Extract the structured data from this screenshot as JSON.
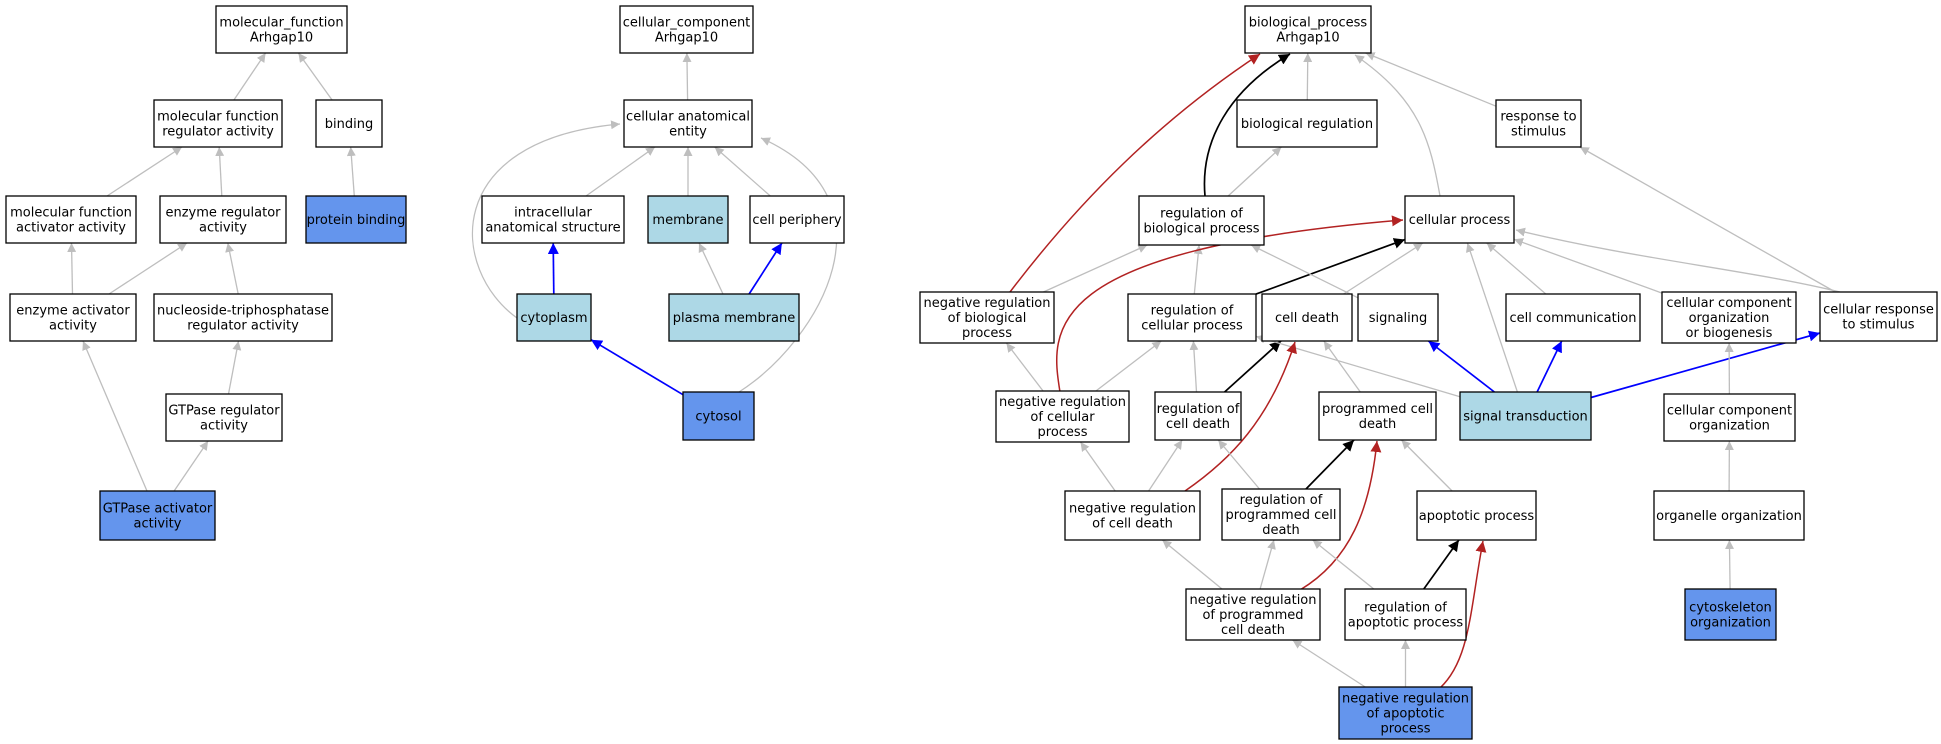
{
  "colors": {
    "plain": "#ffffff",
    "light": "#add8e6",
    "dark": "#6495ed",
    "edge_gray": "#bebebe",
    "edge_black": "#000000",
    "edge_blue": "#0000ff",
    "edge_red": "#b22222"
  },
  "nodes": [
    {
      "id": "mf",
      "lines": [
        "molecular_function",
        "Arhgap10"
      ],
      "fill": "plain"
    },
    {
      "id": "mfra",
      "lines": [
        "molecular function",
        "regulator activity"
      ],
      "fill": "plain"
    },
    {
      "id": "binding",
      "lines": [
        "binding"
      ],
      "fill": "plain"
    },
    {
      "id": "mfaa",
      "lines": [
        "molecular function",
        "activator activity"
      ],
      "fill": "plain"
    },
    {
      "id": "era",
      "lines": [
        "enzyme regulator",
        "activity"
      ],
      "fill": "plain"
    },
    {
      "id": "pb",
      "lines": [
        "protein binding"
      ],
      "fill": "dark"
    },
    {
      "id": "eaa",
      "lines": [
        "enzyme activator",
        "activity"
      ],
      "fill": "plain"
    },
    {
      "id": "ntpra",
      "lines": [
        "nucleoside-triphosphatase",
        "regulator activity"
      ],
      "fill": "plain"
    },
    {
      "id": "gra",
      "lines": [
        "GTPase regulator",
        "activity"
      ],
      "fill": "plain"
    },
    {
      "id": "gaa",
      "lines": [
        "GTPase activator",
        "activity"
      ],
      "fill": "dark"
    },
    {
      "id": "cc",
      "lines": [
        "cellular_component",
        "Arhgap10"
      ],
      "fill": "plain"
    },
    {
      "id": "cae",
      "lines": [
        "cellular anatomical",
        "entity"
      ],
      "fill": "plain"
    },
    {
      "id": "ias",
      "lines": [
        "intracellular",
        "anatomical structure"
      ],
      "fill": "plain"
    },
    {
      "id": "membrane",
      "lines": [
        "membrane"
      ],
      "fill": "light"
    },
    {
      "id": "cper",
      "lines": [
        "cell periphery"
      ],
      "fill": "plain"
    },
    {
      "id": "cyto",
      "lines": [
        "cytoplasm"
      ],
      "fill": "light"
    },
    {
      "id": "pm",
      "lines": [
        "plasma membrane"
      ],
      "fill": "light"
    },
    {
      "id": "cytosol",
      "lines": [
        "cytosol"
      ],
      "fill": "dark"
    },
    {
      "id": "bp",
      "lines": [
        "biological_process",
        "Arhgap10"
      ],
      "fill": "plain"
    },
    {
      "id": "breg",
      "lines": [
        "biological regulation"
      ],
      "fill": "plain"
    },
    {
      "id": "rts",
      "lines": [
        "response to",
        "stimulus"
      ],
      "fill": "plain"
    },
    {
      "id": "rbp",
      "lines": [
        "regulation of",
        "biological process"
      ],
      "fill": "plain"
    },
    {
      "id": "cp",
      "lines": [
        "cellular process"
      ],
      "fill": "plain"
    },
    {
      "id": "nrbp",
      "lines": [
        "negative regulation",
        "of biological",
        "process"
      ],
      "fill": "plain"
    },
    {
      "id": "rcp",
      "lines": [
        "regulation of",
        "cellular process"
      ],
      "fill": "plain"
    },
    {
      "id": "cd",
      "lines": [
        "cell death"
      ],
      "fill": "plain"
    },
    {
      "id": "sig",
      "lines": [
        "signaling"
      ],
      "fill": "plain"
    },
    {
      "id": "ccomm",
      "lines": [
        "cell communication"
      ],
      "fill": "plain"
    },
    {
      "id": "ccob",
      "lines": [
        "cellular component",
        "organization",
        "or biogenesis"
      ],
      "fill": "plain"
    },
    {
      "id": "crts",
      "lines": [
        "cellular response",
        "to stimulus"
      ],
      "fill": "plain"
    },
    {
      "id": "nrcp",
      "lines": [
        "negative regulation",
        "of cellular",
        "process"
      ],
      "fill": "plain"
    },
    {
      "id": "rcd",
      "lines": [
        "regulation of",
        "cell death"
      ],
      "fill": "plain"
    },
    {
      "id": "pcd",
      "lines": [
        "programmed cell",
        "death"
      ],
      "fill": "plain"
    },
    {
      "id": "st",
      "lines": [
        "signal transduction"
      ],
      "fill": "light"
    },
    {
      "id": "cco",
      "lines": [
        "cellular component",
        "organization"
      ],
      "fill": "plain"
    },
    {
      "id": "nrcd",
      "lines": [
        "negative regulation",
        "of cell death"
      ],
      "fill": "plain"
    },
    {
      "id": "rpcd",
      "lines": [
        "regulation of",
        "programmed cell",
        "death"
      ],
      "fill": "plain"
    },
    {
      "id": "ap",
      "lines": [
        "apoptotic process"
      ],
      "fill": "plain"
    },
    {
      "id": "oo",
      "lines": [
        "organelle organization"
      ],
      "fill": "plain"
    },
    {
      "id": "nrpcd",
      "lines": [
        "negative regulation",
        "of programmed",
        "cell death"
      ],
      "fill": "plain"
    },
    {
      "id": "rap",
      "lines": [
        "regulation of",
        "apoptotic process"
      ],
      "fill": "plain"
    },
    {
      "id": "co",
      "lines": [
        "cytoskeleton",
        "organization"
      ],
      "fill": "dark"
    },
    {
      "id": "nrap",
      "lines": [
        "negative regulation",
        "of apoptotic",
        "process"
      ],
      "fill": "dark"
    }
  ],
  "edges": [
    {
      "from": "mfra",
      "to": "mf",
      "kind": "is_a"
    },
    {
      "from": "binding",
      "to": "mf",
      "kind": "is_a"
    },
    {
      "from": "mfaa",
      "to": "mfra",
      "kind": "is_a"
    },
    {
      "from": "era",
      "to": "mfra",
      "kind": "is_a"
    },
    {
      "from": "pb",
      "to": "binding",
      "kind": "is_a"
    },
    {
      "from": "eaa",
      "to": "mfaa",
      "kind": "is_a"
    },
    {
      "from": "eaa",
      "to": "era",
      "kind": "is_a"
    },
    {
      "from": "ntpra",
      "to": "era",
      "kind": "is_a"
    },
    {
      "from": "gra",
      "to": "ntpra",
      "kind": "is_a"
    },
    {
      "from": "gaa",
      "to": "eaa",
      "kind": "is_a"
    },
    {
      "from": "gaa",
      "to": "gra",
      "kind": "is_a"
    },
    {
      "from": "cae",
      "to": "cc",
      "kind": "is_a"
    },
    {
      "from": "ias",
      "to": "cae",
      "kind": "is_a"
    },
    {
      "from": "membrane",
      "to": "cae",
      "kind": "is_a"
    },
    {
      "from": "cper",
      "to": "cae",
      "kind": "is_a"
    },
    {
      "from": "cyto",
      "to": "cae",
      "kind": "is_a"
    },
    {
      "from": "cyto",
      "to": "ias",
      "kind": "part_of"
    },
    {
      "from": "pm",
      "to": "membrane",
      "kind": "is_a"
    },
    {
      "from": "pm",
      "to": "cper",
      "kind": "part_of"
    },
    {
      "from": "cytosol",
      "to": "cyto",
      "kind": "part_of"
    },
    {
      "from": "cytosol",
      "to": "cae",
      "kind": "is_a"
    },
    {
      "from": "breg",
      "to": "bp",
      "kind": "is_a"
    },
    {
      "from": "rts",
      "to": "bp",
      "kind": "is_a"
    },
    {
      "from": "cp",
      "to": "bp",
      "kind": "is_a"
    },
    {
      "from": "rbp",
      "to": "bp",
      "kind": "regulates"
    },
    {
      "from": "rbp",
      "to": "breg",
      "kind": "is_a"
    },
    {
      "from": "nrbp",
      "to": "bp",
      "kind": "negatively_regulates"
    },
    {
      "from": "nrbp",
      "to": "rbp",
      "kind": "is_a"
    },
    {
      "from": "rcp",
      "to": "rbp",
      "kind": "is_a"
    },
    {
      "from": "rcp",
      "to": "cp",
      "kind": "regulates"
    },
    {
      "from": "cd",
      "to": "cp",
      "kind": "is_a"
    },
    {
      "from": "sig",
      "to": "rbp",
      "kind": "is_a"
    },
    {
      "from": "ccomm",
      "to": "cp",
      "kind": "is_a"
    },
    {
      "from": "ccob",
      "to": "cp",
      "kind": "is_a"
    },
    {
      "from": "crts",
      "to": "cp",
      "kind": "is_a"
    },
    {
      "from": "crts",
      "to": "rts",
      "kind": "is_a"
    },
    {
      "from": "nrcp",
      "to": "nrbp",
      "kind": "is_a"
    },
    {
      "from": "nrcp",
      "to": "rcp",
      "kind": "is_a"
    },
    {
      "from": "nrcp",
      "to": "cp",
      "kind": "negatively_regulates"
    },
    {
      "from": "rcd",
      "to": "rcp",
      "kind": "is_a"
    },
    {
      "from": "rcd",
      "to": "cd",
      "kind": "regulates"
    },
    {
      "from": "pcd",
      "to": "cd",
      "kind": "is_a"
    },
    {
      "from": "st",
      "to": "sig",
      "kind": "part_of"
    },
    {
      "from": "st",
      "to": "ccomm",
      "kind": "part_of"
    },
    {
      "from": "st",
      "to": "crts",
      "kind": "part_of"
    },
    {
      "from": "st",
      "to": "cp",
      "kind": "is_a"
    },
    {
      "from": "st",
      "to": "rcp",
      "kind": "is_a"
    },
    {
      "from": "cco",
      "to": "ccob",
      "kind": "is_a"
    },
    {
      "from": "nrcd",
      "to": "nrcp",
      "kind": "is_a"
    },
    {
      "from": "nrcd",
      "to": "rcd",
      "kind": "is_a"
    },
    {
      "from": "nrcd",
      "to": "cd",
      "kind": "negatively_regulates"
    },
    {
      "from": "rpcd",
      "to": "rcd",
      "kind": "is_a"
    },
    {
      "from": "rpcd",
      "to": "pcd",
      "kind": "regulates"
    },
    {
      "from": "ap",
      "to": "pcd",
      "kind": "is_a"
    },
    {
      "from": "oo",
      "to": "cco",
      "kind": "is_a"
    },
    {
      "from": "nrpcd",
      "to": "nrcd",
      "kind": "is_a"
    },
    {
      "from": "nrpcd",
      "to": "rpcd",
      "kind": "is_a"
    },
    {
      "from": "nrpcd",
      "to": "pcd",
      "kind": "negatively_regulates"
    },
    {
      "from": "rap",
      "to": "rpcd",
      "kind": "is_a"
    },
    {
      "from": "rap",
      "to": "ap",
      "kind": "regulates"
    },
    {
      "from": "co",
      "to": "oo",
      "kind": "is_a"
    },
    {
      "from": "nrap",
      "to": "nrpcd",
      "kind": "is_a"
    },
    {
      "from": "nrap",
      "to": "rap",
      "kind": "is_a"
    },
    {
      "from": "nrap",
      "to": "ap",
      "kind": "negatively_regulates"
    }
  ]
}
